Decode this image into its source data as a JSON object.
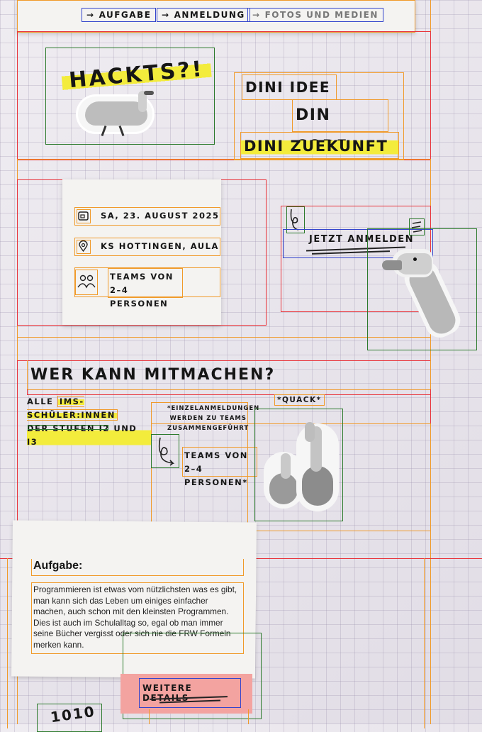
{
  "nav": {
    "items": [
      {
        "arrow": "→",
        "label": "AUFGABE"
      },
      {
        "arrow": "→",
        "label": "ANMELDUNG"
      },
      {
        "arrow": "→",
        "label": "FOTOS UND MEDIEN"
      }
    ]
  },
  "hero": {
    "logo": "HACKTS?!",
    "tag1": "DINI IDEE",
    "tag2": "DIN CODE",
    "tag3": "DINI ZUEKUNFT"
  },
  "event": {
    "date": "SA, 23. AUGUST 2025",
    "location": "KS HOTTINGEN, AULA",
    "teams_line1": "TEAMS VON",
    "teams_line2": "2–4 PERSONEN",
    "register_label": "JETZT ANMELDEN"
  },
  "who": {
    "title": "WER KANN MITMACHEN?",
    "elig_prefix": "ALLE ",
    "elig_highlight": "IMS-SCHÜLER:INNEN",
    "elig_line2": "DER STUFEN I2 UND I3",
    "note": "*EINZELANMELDUNGEN WERDEN ZU TEAMS ZUSAMMENGEFÜHRT",
    "teams_line1": "TEAMS VON",
    "teams_line2": "2–4 PERSONEN*",
    "quack": "*QUACK*"
  },
  "task": {
    "heading": "Aufgabe:",
    "body": "Programmieren ist etwas vom nützlichsten was es gibt, man kann sich das Leben um einiges einfacher machen, auch schon mit den kleinsten Programmen. Dies ist auch im Schulalltag so, egal ob man immer seine Bücher vergisst oder sich nie die FRW Formeln merken kann.",
    "details_label": "WEITERE DETAILS"
  },
  "doodle": "1010"
}
